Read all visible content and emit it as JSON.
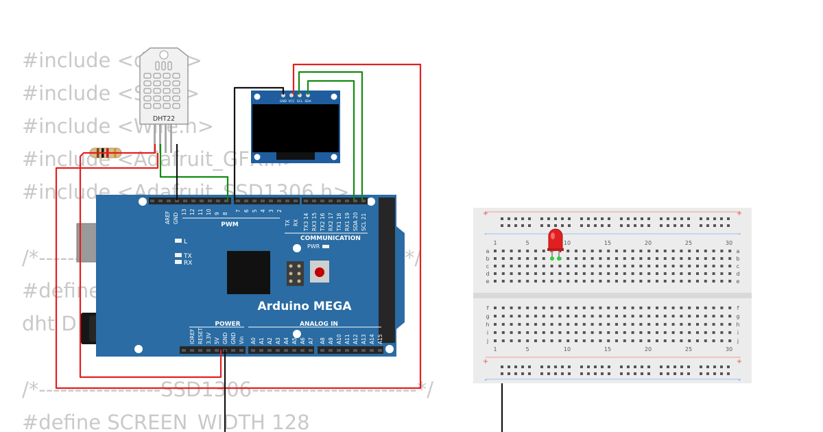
{
  "code_lines": {
    "l1": "#include <dht.h>",
    "l2": "#include <SPI.h>",
    "l3": "#include <Wire.h>",
    "l4": "#include <Adafruit_GFX.h>",
    "l5": "#include <Adafruit_SSD1306.h>",
    "l6": "/*---------------------------------------------------*/",
    "l7": "#define",
    "l8": "dht D",
    "l9": "/*-----------------SSD1306-----------------------*/",
    "l10": "#define SCREEN_WIDTH 128"
  },
  "dht": {
    "name": "DHT22"
  },
  "oled": {
    "pins": [
      "GND",
      "VCC",
      "SCL",
      "SDA"
    ]
  },
  "arduino": {
    "title": "Arduino MEGA",
    "pwm": "PWM",
    "communication": "COMMUNICATION",
    "power": "POWER",
    "analog_in": "ANALOG IN",
    "pwr": "PWR",
    "led_l": "L",
    "led_tx": "TX",
    "led_rx": "RX",
    "top_pins_a": [
      "AREF",
      "GND",
      "13",
      "12",
      "11",
      "10",
      "9",
      "8"
    ],
    "top_pins_b": [
      "7",
      "6",
      "5",
      "4",
      "3",
      "2",
      "TX",
      "RX"
    ],
    "top_pins_c": [
      "TX3 14",
      "RX3 15",
      "TX2 16",
      "RX2 17",
      "TX1 18",
      "RX1 19",
      "SDA 20",
      "SCL 21"
    ],
    "power_pins": [
      "IOREF",
      "RESET",
      "3.3V",
      "5V",
      "GND",
      "GND",
      "Vin"
    ],
    "analog_pins_a": [
      "A0",
      "A1",
      "A2",
      "A3",
      "A4",
      "A5",
      "A6",
      "A7"
    ],
    "analog_pins_b": [
      "A8",
      "A9",
      "A10",
      "A11",
      "A12",
      "A13",
      "A14",
      "A15"
    ]
  },
  "breadboard": {
    "col_numbers": [
      "1",
      "5",
      "10",
      "15",
      "20",
      "25",
      "30"
    ],
    "rows_top": [
      "a",
      "b",
      "c",
      "d",
      "e"
    ],
    "rows_bottom": [
      "f",
      "g",
      "h",
      "i",
      "j"
    ],
    "plus": "+",
    "minus": "-"
  },
  "colors": {
    "board": "#2a6ca3",
    "wire_red": "#e31e1e",
    "wire_green": "#128a12",
    "wire_black": "#111111",
    "led": "#e02020",
    "code_text": "#c9c9c9"
  }
}
